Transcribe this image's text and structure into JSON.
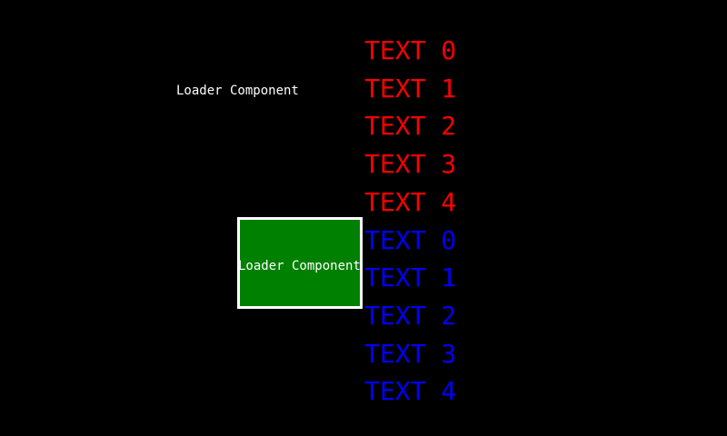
{
  "screen": {
    "background": "#000000"
  },
  "loader_label": {
    "text": "Loader Component",
    "color": "#ffffff"
  },
  "loader_box": {
    "text": "Loader Component",
    "fill_color": "#008000",
    "border_color": "#ffffff",
    "text_color": "#ffffff"
  },
  "text_list": {
    "items": [
      {
        "label": "TEXT 0",
        "color": "#ff0000"
      },
      {
        "label": "TEXT 1",
        "color": "#ff0000"
      },
      {
        "label": "TEXT 2",
        "color": "#ff0000"
      },
      {
        "label": "TEXT 3",
        "color": "#ff0000"
      },
      {
        "label": "TEXT 4",
        "color": "#ff0000"
      },
      {
        "label": "TEXT 0",
        "color": "#0000ff"
      },
      {
        "label": "TEXT 1",
        "color": "#0000ff"
      },
      {
        "label": "TEXT 2",
        "color": "#0000ff"
      },
      {
        "label": "TEXT 3",
        "color": "#0000ff"
      },
      {
        "label": "TEXT 4",
        "color": "#0000ff"
      }
    ]
  }
}
